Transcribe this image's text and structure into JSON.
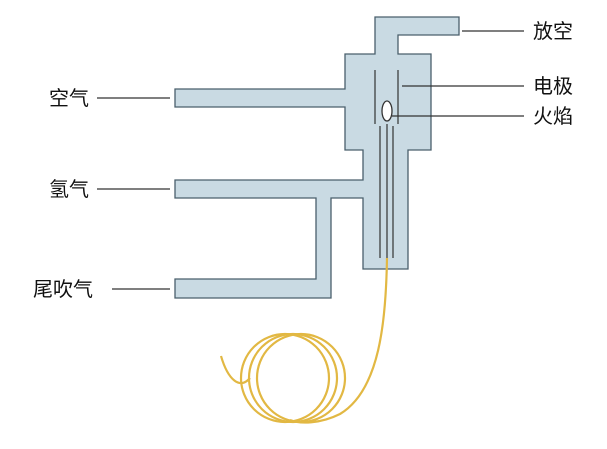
{
  "colors": {
    "body_fill": "#c9dae3",
    "body_stroke": "#4a5f6c",
    "capillary": "#e2b843",
    "line": "#333333",
    "text": "#111111"
  },
  "labels": {
    "vent": "放空",
    "electrode": "电极",
    "flame": "火焰",
    "air": "空气",
    "hydrogen": "氢气",
    "makeup_gas": "尾吹气"
  }
}
